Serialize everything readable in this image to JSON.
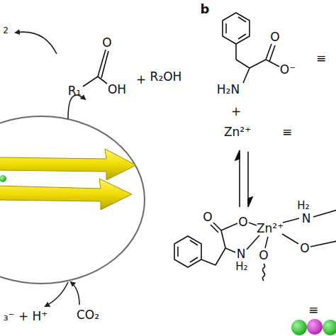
{
  "diagram": {
    "labels": [
      "b",
      "2",
      "O",
      "R₁",
      "OH",
      "+",
      "R₂OH",
      "₃⁻ + H⁺",
      "CO₂",
      "O",
      "O⁻",
      "H₂N",
      "≡",
      "+",
      "Zn²⁺",
      "≡",
      "O",
      "O",
      "Zn²⁺",
      "N",
      "H₂",
      "H₂",
      "N",
      "O",
      "O",
      "≡"
    ]
  }
}
